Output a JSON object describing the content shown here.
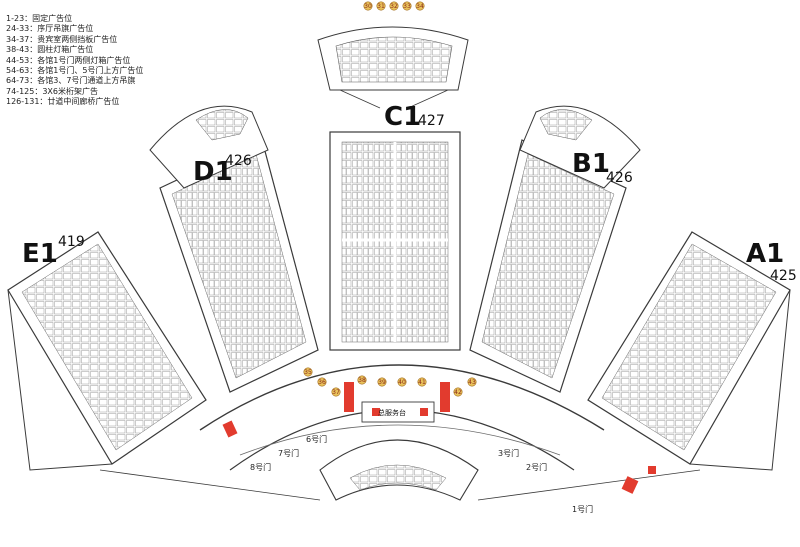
{
  "legend": [
    "1-23：固定广告位",
    "24-33：序厅吊旗广告位",
    "34-37：贵宾室两侧挡板广告位",
    "38-43：圆柱灯箱广告位",
    "44-53：各馆1号门两侧灯箱广告位",
    "54-63：各馆1号门、5号门上方广告位",
    "64-73：各馆3、7号门通道上方吊旗",
    "74-125：3X6米桁架广告",
    "126-131：廿道中间廊桥广告位"
  ],
  "halls": {
    "e1": {
      "letter": "E1",
      "number": "419"
    },
    "d1": {
      "letter": "D1",
      "number": "426"
    },
    "c1": {
      "letter": "C1",
      "number": "427"
    },
    "b1": {
      "letter": "B1",
      "number": "426"
    },
    "a1": {
      "letter": "A1",
      "number": "425"
    }
  },
  "gates": {
    "g1": "1号门",
    "g2": "2号门",
    "g3": "3号门",
    "g6": "6号门",
    "g7": "7号门",
    "g8": "8号门"
  },
  "service_center": "总服务台",
  "ad_markers": [
    {
      "n": "30"
    },
    {
      "n": "31"
    },
    {
      "n": "32"
    },
    {
      "n": "33"
    },
    {
      "n": "34"
    },
    {
      "n": "35"
    },
    {
      "n": "36"
    },
    {
      "n": "37"
    },
    {
      "n": "38"
    },
    {
      "n": "39"
    },
    {
      "n": "40"
    },
    {
      "n": "41"
    },
    {
      "n": "42"
    },
    {
      "n": "43"
    }
  ],
  "colors": {
    "line": "#3a3a3a",
    "booth": "#9a9a9a",
    "ad_red": "#e23b2e",
    "marker_fill": "#e9c25b",
    "marker_stroke": "#a06a1c"
  }
}
